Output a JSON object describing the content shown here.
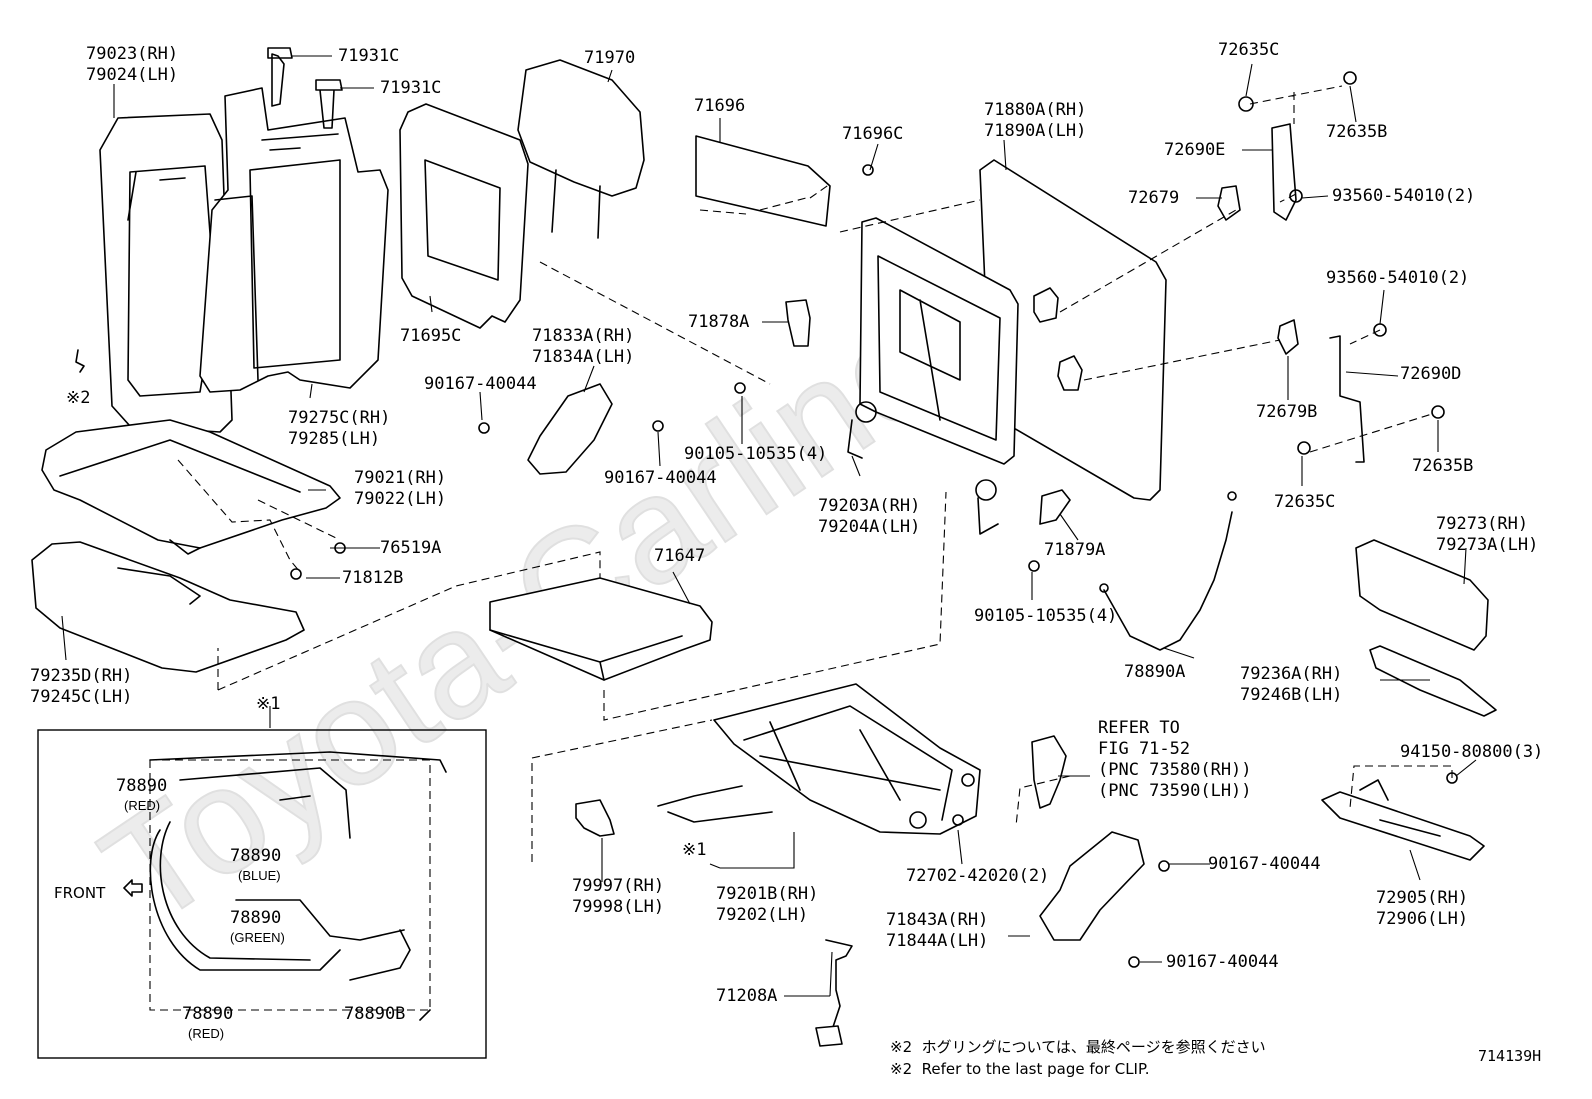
{
  "labels": {
    "p79023": "79023(RH)\n79024(LH)",
    "p71931c_a": "71931C",
    "p71931c_b": "71931C",
    "p71970": "71970",
    "p71696": "71696",
    "p71696c": "71696C",
    "p71880a": "71880A(RH)\n71890A(LH)",
    "p72635c_top": "72635C",
    "p72635b_top": "72635B",
    "p72690e": "72690E",
    "p72679": "72679",
    "p93560_top": "93560-54010(2)",
    "p93560_mid": "93560-54010(2)",
    "p72690d": "72690D",
    "p72679b": "72679B",
    "p72635b_bot": "72635B",
    "p72635c_bot": "72635C",
    "p71695c": "71695C",
    "p71878a": "71878A",
    "p71833a": "71833A(RH)\n71834A(LH)",
    "p90167_a": "90167-40044",
    "p90167_b": "90167-40044",
    "p90105_a": "90105-10535(4)",
    "p79275c": "79275C(RH)\n79285(LH)",
    "p79021": "79021(RH)\n79022(LH)",
    "p76519a": "76519A",
    "p71812b": "71812B",
    "p79203a": "79203A(RH)\n79204A(LH)",
    "p71879a": "71879A",
    "p90105_b": "90105-10535(4)",
    "p71647": "71647",
    "p79235d": "79235D(RH)\n79245C(LH)",
    "p78890a": "78890A",
    "p79273": "79273(RH)\n79273A(LH)",
    "p79236a": "79236A(RH)\n79246B(LH)",
    "p94150": "94150-80800(3)",
    "p72905": "72905(RH)\n72906(LH)",
    "refer": "REFER TO\nFIG 71-52\n(PNC 73580(RH))\n(PNC 73590(LH))",
    "p72702": "72702-42020(2)",
    "p90167_c": "90167-40044",
    "p90167_d": "90167-40044",
    "p71843a": "71843A(RH)\n71844A(LH)",
    "p79997": "79997(RH)\n79998(LH)",
    "p79201b": "79201B(RH)\n79202(LH)",
    "p71208a": "71208A",
    "ref1_seat": "※1",
    "ref2_left": "※2",
    "ref1_box": "※1",
    "inset_78890_red_top": "78890",
    "inset_red_top": "(RED)",
    "inset_78890_blue": "78890",
    "inset_blue": "(BLUE)",
    "inset_78890_green": "78890",
    "inset_green": "(GREEN)",
    "inset_78890_red_bot": "78890",
    "inset_red_bot": "(RED)",
    "inset_78890b": "78890B",
    "front": "FRONT"
  },
  "notes": {
    "jp": "※2  ホグリングについては、最終ページを参照ください",
    "en": "※2  Refer to the last page for CLIP."
  },
  "diagram_id": "714139H",
  "watermark": "Toyota-Carline.ru",
  "colors": {
    "line": "#000000",
    "watermark": "#e6e6e6"
  }
}
